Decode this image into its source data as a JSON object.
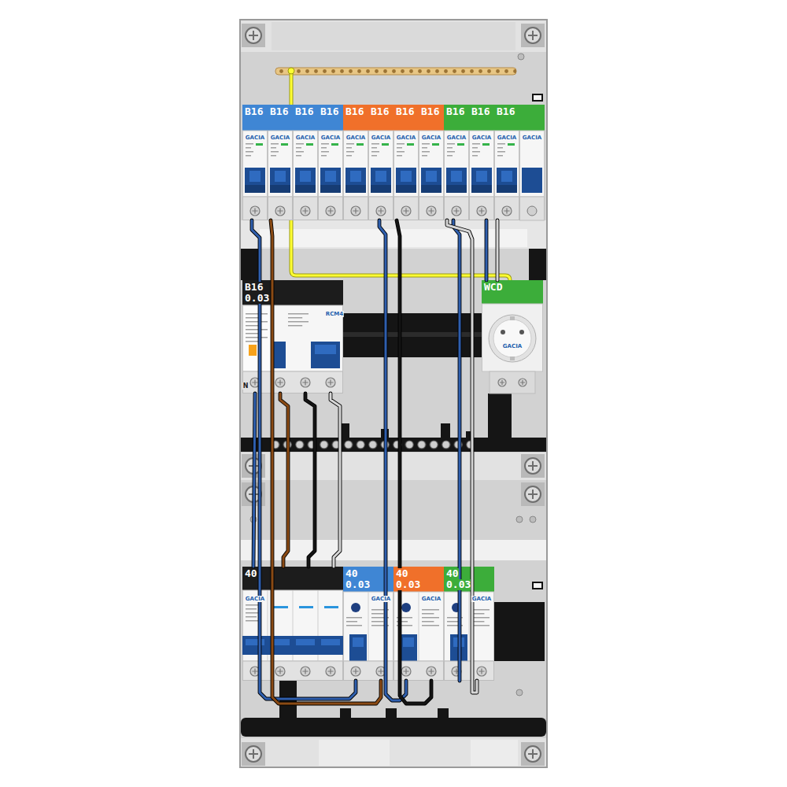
{
  "diagram": {
    "nodes": [
      {
        "text": [
          "B16"
        ]
      },
      {
        "text": [
          "B16"
        ]
      },
      {
        "text": [
          "B16"
        ]
      },
      {
        "text": [
          "B16"
        ]
      },
      {
        "text": [
          "B16"
        ]
      },
      {
        "text": [
          "B16"
        ]
      },
      {
        "text": [
          "B16"
        ]
      },
      {
        "text": [
          "B16"
        ]
      },
      {
        "text": [
          "B16"
        ]
      },
      {
        "text": [
          "B16"
        ]
      },
      {
        "text": [
          "B16"
        ]
      },
      {
        "text": [
          "B16",
          "0.03"
        ]
      },
      {
        "text": [
          "WCD"
        ]
      },
      {
        "text": [
          "40"
        ]
      },
      {
        "text": [
          "40",
          "0.03"
        ]
      },
      {
        "text": [
          "40",
          "0.03"
        ]
      },
      {
        "text": [
          "40",
          "0.03"
        ]
      }
    ],
    "edges": [
      {
        "from": 0,
        "to": 14,
        "arrow": "none"
      },
      {
        "from": 1,
        "to": 14,
        "arrow": "none"
      },
      {
        "from": 13,
        "to": 11,
        "arrow": "none"
      },
      {
        "from": 13,
        "to": 11,
        "arrow": "none"
      },
      {
        "from": 13,
        "to": 11,
        "arrow": "none"
      },
      {
        "from": 13,
        "to": 11,
        "arrow": "none"
      },
      {
        "from": 5,
        "to": 15,
        "arrow": "none"
      },
      {
        "from": 6,
        "to": 15,
        "arrow": "none"
      },
      {
        "from": 8,
        "to": 16,
        "arrow": "none"
      },
      {
        "from": 8,
        "to": 16,
        "arrow": "none"
      },
      {
        "from": 9,
        "to": 12,
        "arrow": "none"
      },
      {
        "from": 10,
        "to": 12,
        "arrow": "none"
      }
    ],
    "labels": [
      "GACIA",
      "GACIA",
      "GACIA",
      "GACIA",
      "GACIA",
      "GACIA",
      "GACIA",
      "GACIA",
      "GACIA",
      "GACIA",
      "GACIA",
      "GACIA",
      "RCM4",
      "N",
      "GACIA",
      "GACIA",
      "GACIA",
      "GACIA",
      "GACIA"
    ]
  }
}
